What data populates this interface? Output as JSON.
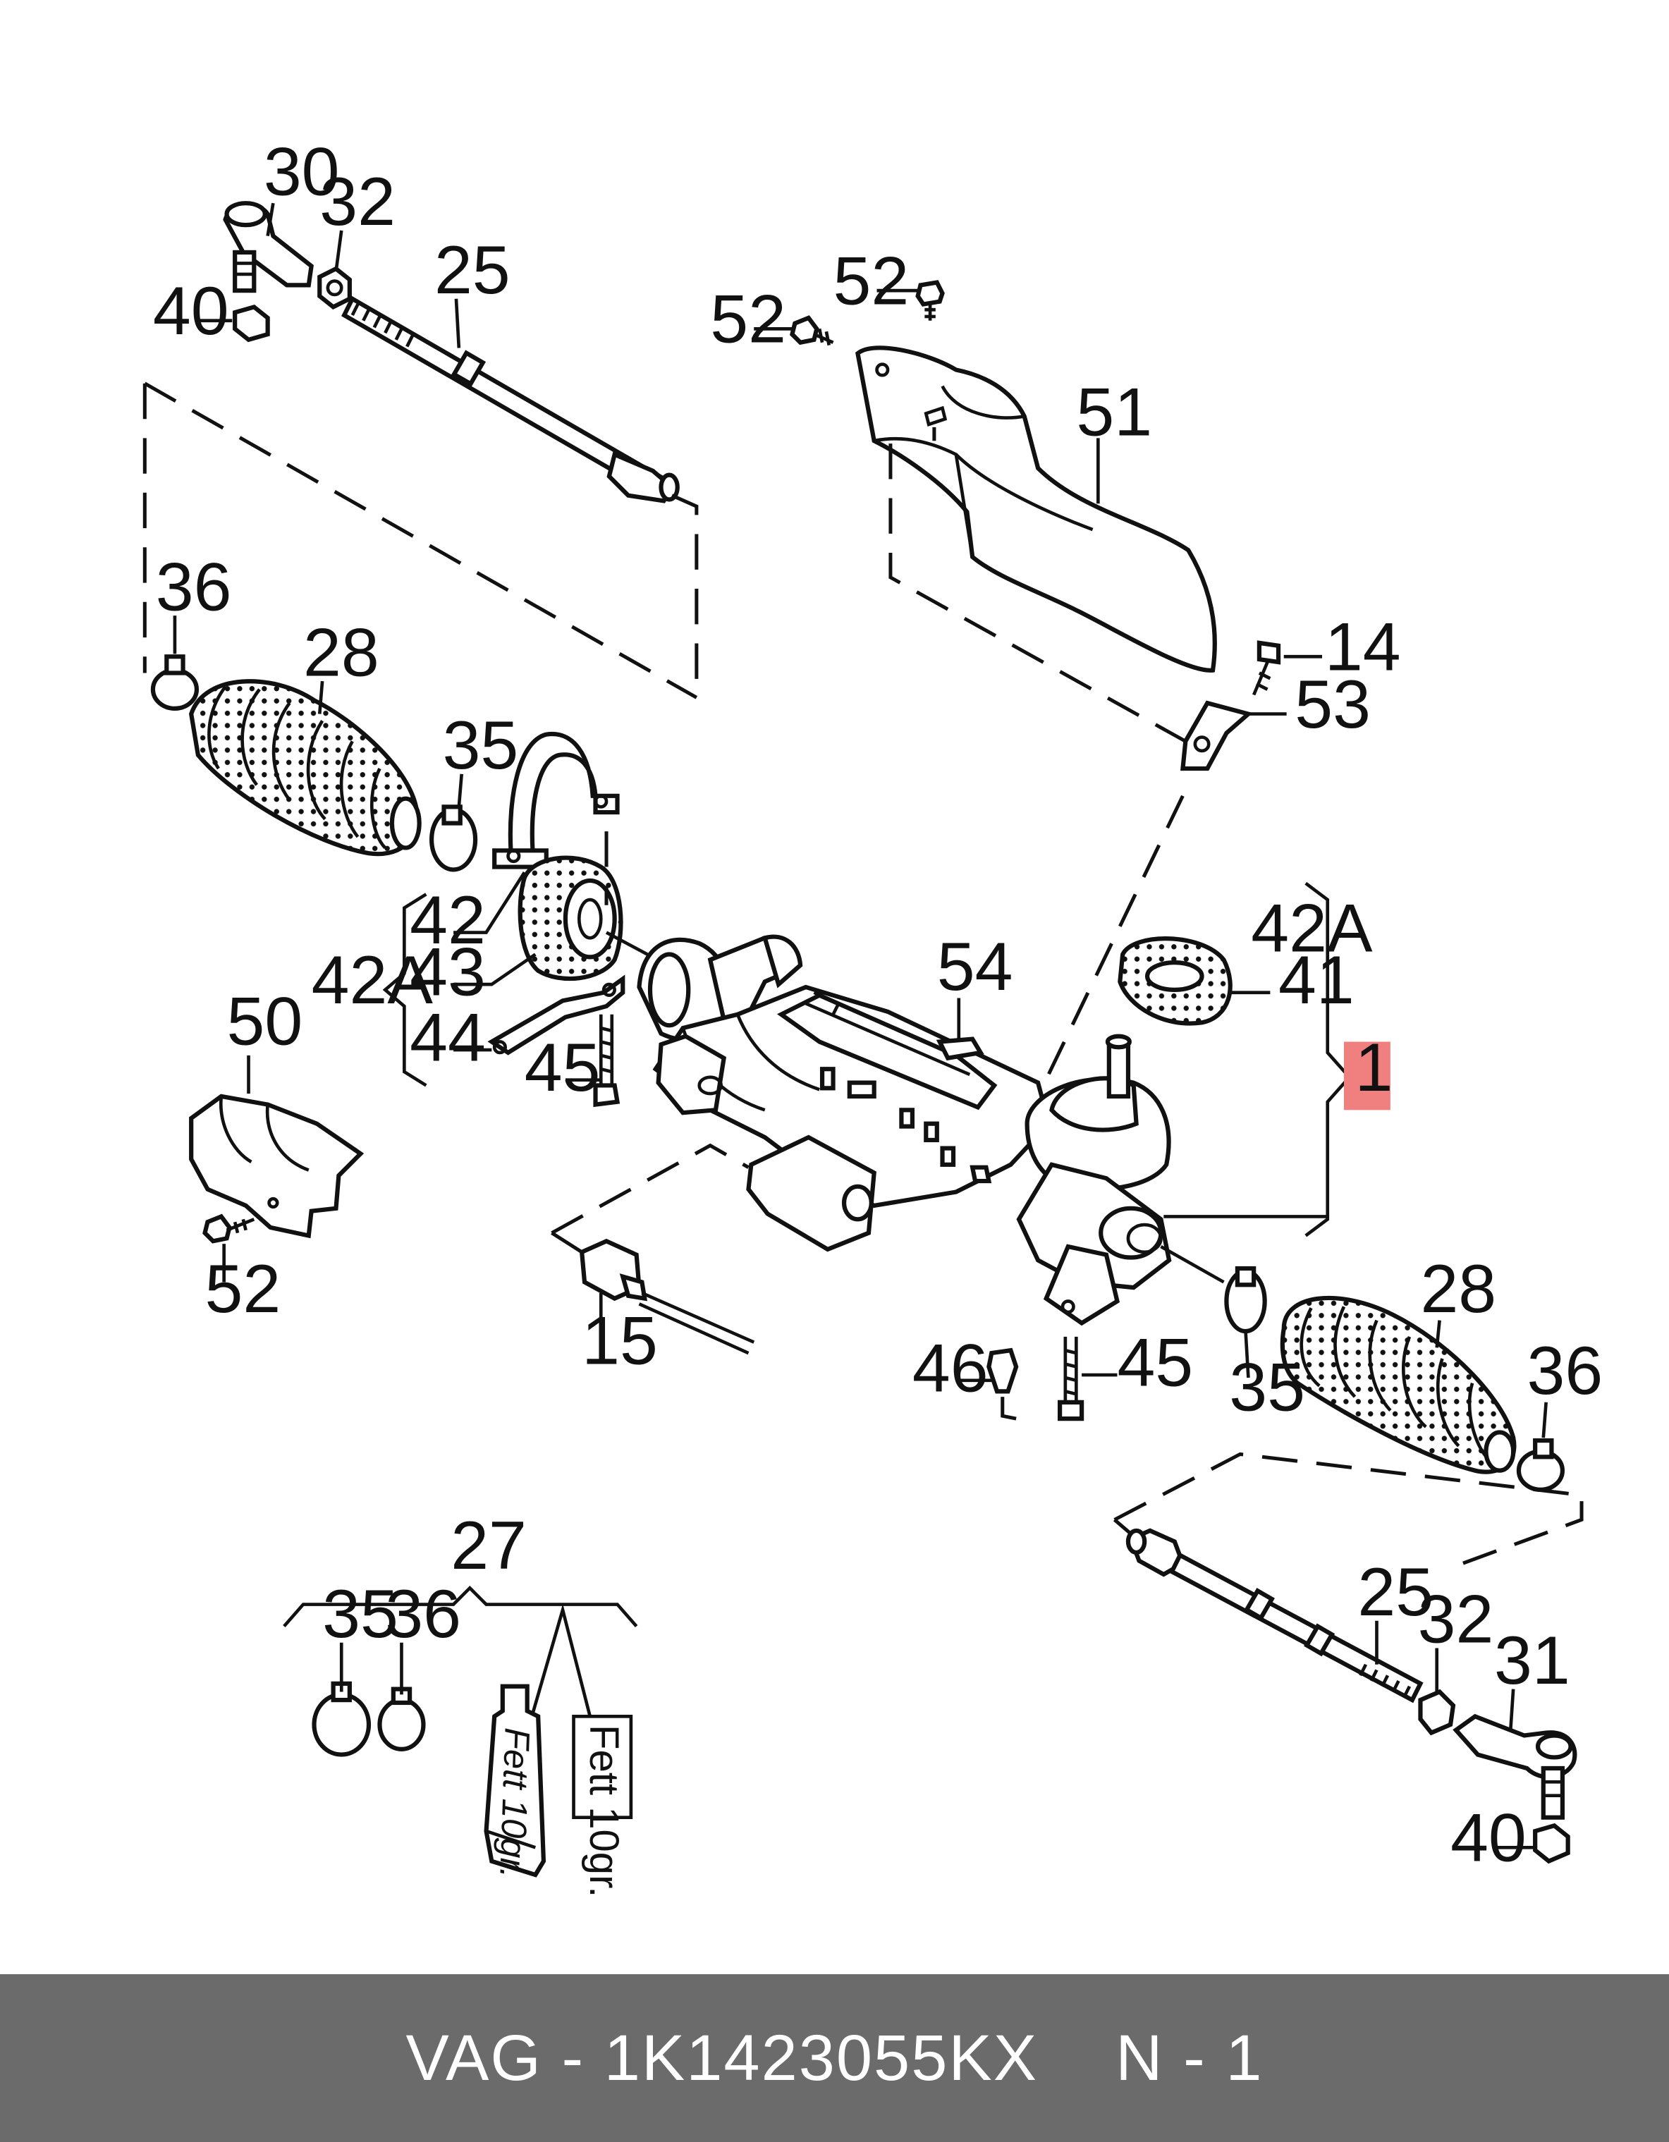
{
  "diagram": {
    "labels": {
      "l30": "30",
      "l32a": "32",
      "l25a": "25",
      "l40a": "40",
      "l52a": "52",
      "l52b": "52",
      "l51": "51",
      "l14": "14",
      "l53": "53",
      "l36a": "36",
      "l28a": "28",
      "l35a": "35",
      "l42": "42",
      "l43": "43",
      "l44": "44",
      "l45a": "45",
      "l42Aa": "42A",
      "l50": "50",
      "l52c": "52",
      "l54": "54",
      "l42Ab": "42A",
      "l41": "41",
      "l1": "1",
      "l15": "15",
      "l46": "46",
      "l45b": "45",
      "l28b": "28",
      "l35b": "35",
      "l36b": "36",
      "l27": "27",
      "l35c": "35",
      "l36c": "36",
      "l25b": "25",
      "l32b": "32",
      "l31": "31",
      "l40b": "40"
    },
    "grease_tube_text": "Fett 10gr.",
    "grease_note_text": "Fett 10gr.",
    "highlight_color": "#f08080"
  },
  "footer": {
    "part_number": "VAG - 1K1423055KX",
    "position": "N - 1"
  }
}
